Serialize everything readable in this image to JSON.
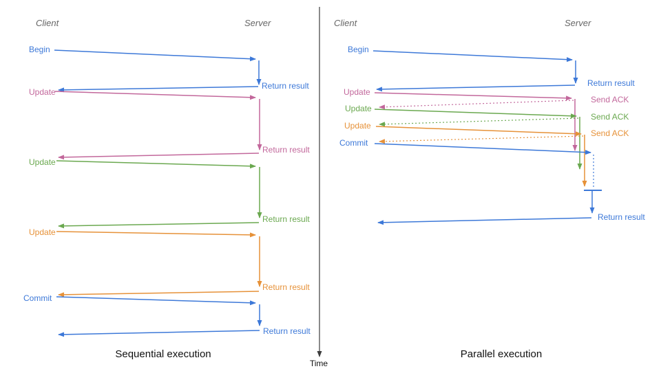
{
  "colors": {
    "blue": "#3c78d8",
    "magenta": "#c2679b",
    "green": "#6aa84f",
    "orange": "#e69138",
    "header_gray": "#666666",
    "axis": "#3d3d3d",
    "title": "#111111"
  },
  "time_axis": {
    "label": "Time"
  },
  "sequential": {
    "title": "Sequential execution",
    "client": "Client",
    "server": "Server",
    "rows": [
      {
        "request": "Begin",
        "response": "Return result"
      },
      {
        "request": "Update",
        "response": "Return result"
      },
      {
        "request": "Update",
        "response": "Return result"
      },
      {
        "request": "Update",
        "response": "Return result"
      },
      {
        "request": "Commit",
        "response": "Return result"
      }
    ]
  },
  "parallel": {
    "title": "Parallel execution",
    "client": "Client",
    "server": "Server",
    "rows": [
      {
        "request": "Begin",
        "response": "Return result"
      },
      {
        "request": "Update",
        "response": "Send ACK"
      },
      {
        "request": "Update",
        "response": "Send ACK"
      },
      {
        "request": "Update",
        "response": "Send ACK"
      },
      {
        "request": "Commit",
        "response": "Return result"
      }
    ]
  }
}
